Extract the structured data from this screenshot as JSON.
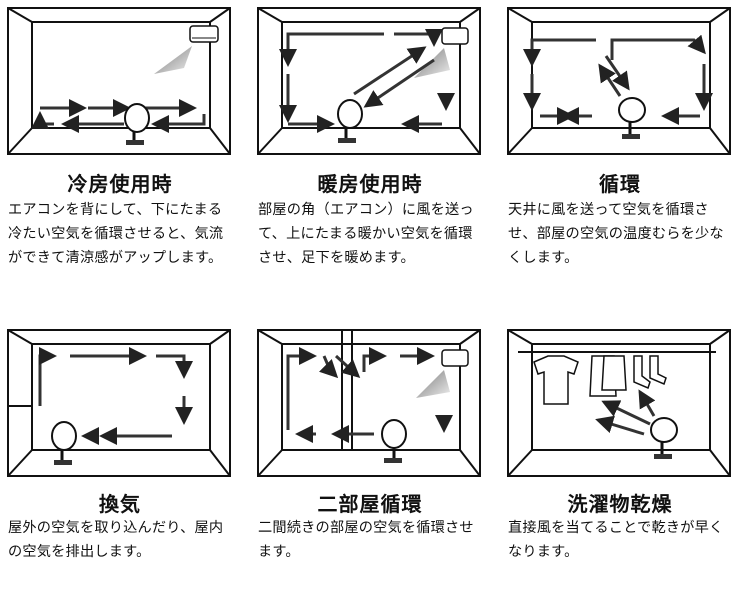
{
  "sections": [
    {
      "title": "冷房使用時",
      "description": "エアコンを背にして、下にたまる冷たい空気を循環させると、気流ができて清涼感がアップします。"
    },
    {
      "title": "暖房使用時",
      "description": "部屋の角（エアコン）に風を送って、上にたまる暖かい空気を循環させ、足下を暖めます。"
    },
    {
      "title": "循環",
      "description": "天井に風を送って空気を循環させ、部屋の空気の温度むらを少なくします。"
    },
    {
      "title": "換気",
      "description": "屋外の空気を取り込んだり、屋内の空気を排出します。"
    },
    {
      "title": "二部屋循環",
      "description": "二間続きの部屋の空気を循環させます。"
    },
    {
      "title": "洗濯物乾燥",
      "description": "直接風を当てることで乾きが早くなります。"
    }
  ],
  "icons": {
    "fan": "circulator-fan-icon",
    "aircon": "air-conditioner-icon",
    "arrow": "airflow-arrow-icon",
    "laundry": "laundry-icon"
  },
  "colors": {
    "line": "#111111",
    "airflow": "#333333",
    "cold_air": "#999999"
  }
}
